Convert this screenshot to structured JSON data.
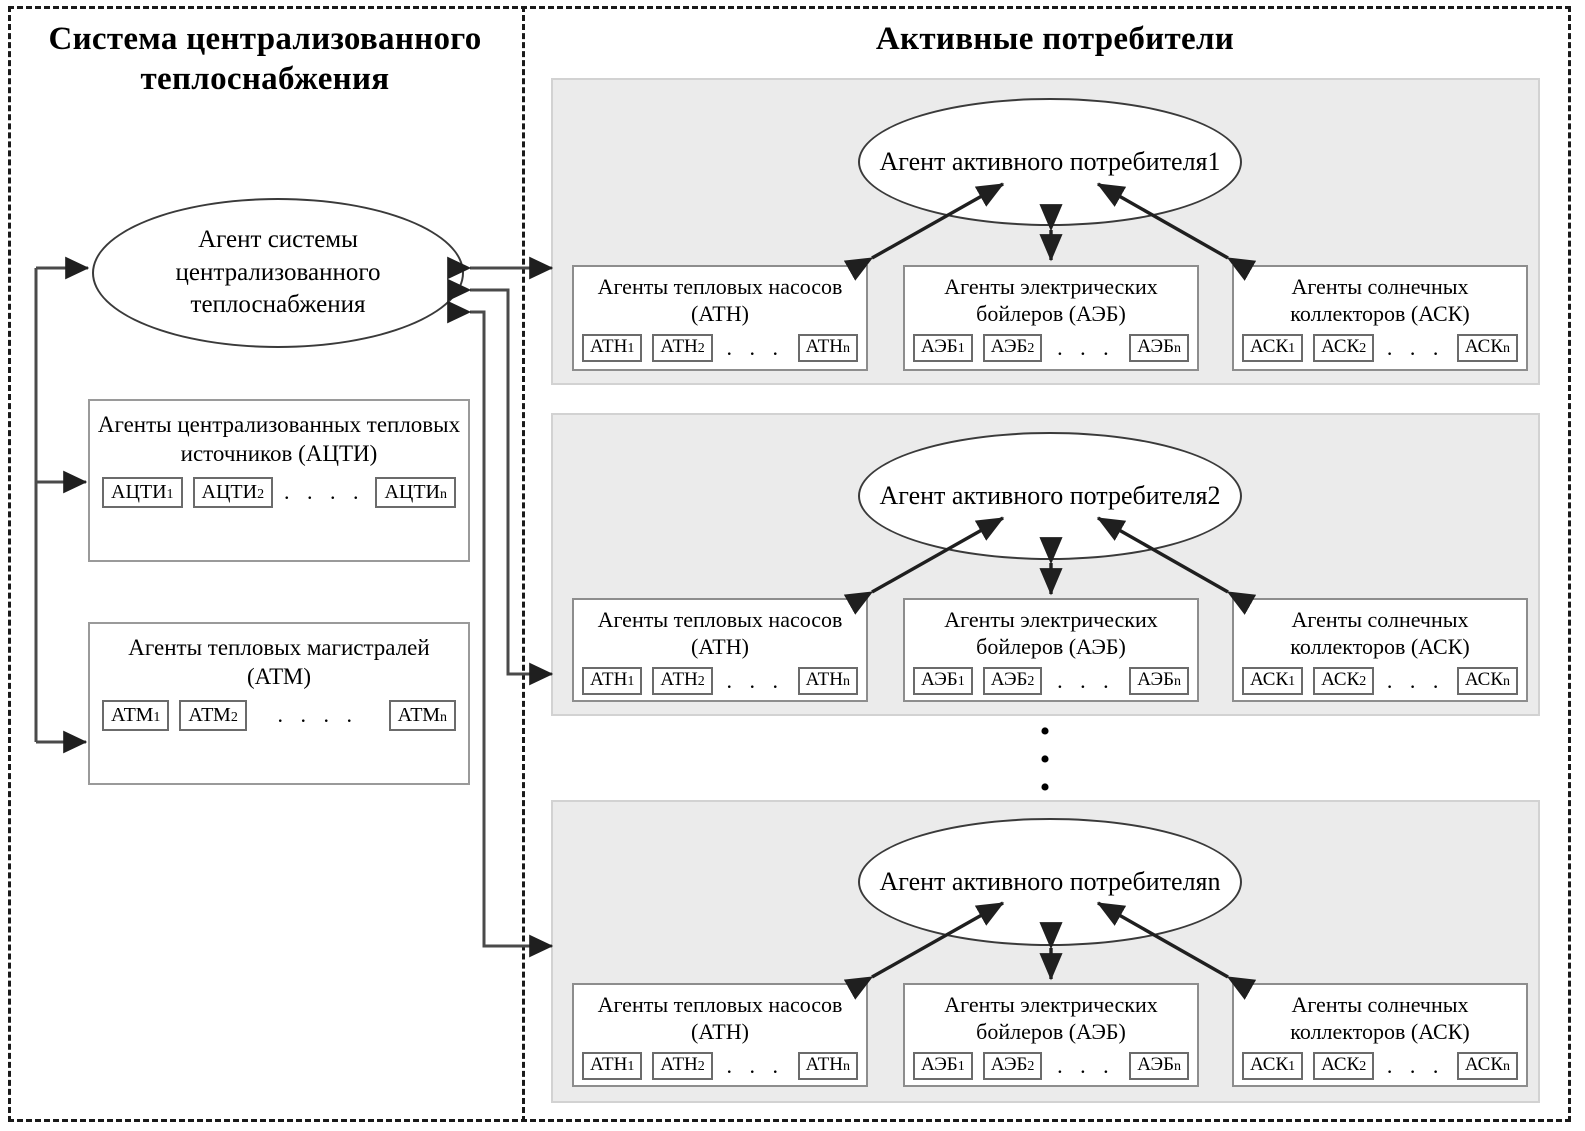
{
  "panels": {
    "left_title": "Система централизованного теплоснабжения",
    "right_title": "Активные потребители"
  },
  "left": {
    "system_agent": "Агент системы централизованного теплоснабжения",
    "boxes": [
      {
        "title": "Агенты централизованных тепловых источников (АЦТИ)",
        "chips": [
          "АЦТИ",
          "АЦТИ",
          "АЦТИ"
        ],
        "subs": [
          "1",
          "2",
          "n"
        ],
        "ellipsis": ". . . ."
      },
      {
        "title": "Агенты тепловых магистралей (АТМ)",
        "chips": [
          "АТМ",
          "АТМ",
          "АТМ"
        ],
        "subs": [
          "1",
          "2",
          "n"
        ],
        "ellipsis": ". . . ."
      }
    ]
  },
  "right": {
    "groups": [
      {
        "agent": "Агент активного потребителя1",
        "boxes": [
          {
            "title": "Агенты тепловых насосов (АТН)",
            "chips": [
              "АТН",
              "АТН",
              "АТН"
            ],
            "subs": [
              "1",
              "2",
              "n"
            ],
            "ellipsis": ". . ."
          },
          {
            "title": "Агенты электрических бойлеров (АЭБ)",
            "chips": [
              "АЭБ",
              "АЭБ",
              "АЭБ"
            ],
            "subs": [
              "1",
              "2",
              "n"
            ],
            "ellipsis": ". . ."
          },
          {
            "title": "Агенты солнечных коллекторов (АСК)",
            "chips": [
              "АСК",
              "АСК",
              "АСК"
            ],
            "subs": [
              "1",
              "2",
              "n"
            ],
            "ellipsis": ". . ."
          }
        ]
      },
      {
        "agent": "Агент активного потребителя2",
        "boxes": [
          {
            "title": "Агенты тепловых насосов (АТН)",
            "chips": [
              "АТН",
              "АТН",
              "АТН"
            ],
            "subs": [
              "1",
              "2",
              "n"
            ],
            "ellipsis": ". . ."
          },
          {
            "title": "Агенты электрических бойлеров (АЭБ)",
            "chips": [
              "АЭБ",
              "АЭБ",
              "АЭБ"
            ],
            "subs": [
              "1",
              "2",
              "n"
            ],
            "ellipsis": ". . ."
          },
          {
            "title": "Агенты солнечных коллекторов (АСК)",
            "chips": [
              "АСК",
              "АСК",
              "АСК"
            ],
            "subs": [
              "1",
              "2",
              "n"
            ],
            "ellipsis": ". . ."
          }
        ]
      },
      {
        "agent": "Агент активного потребителяn",
        "boxes": [
          {
            "title": "Агенты тепловых насосов (АТН)",
            "chips": [
              "АТН",
              "АТН",
              "АТН"
            ],
            "subs": [
              "1",
              "2",
              "n"
            ],
            "ellipsis": ". . ."
          },
          {
            "title": "Агенты электрических бойлеров (АЭБ)",
            "chips": [
              "АЭБ",
              "АЭБ",
              "АЭБ"
            ],
            "subs": [
              "1",
              "2",
              "n"
            ],
            "ellipsis": ". . ."
          },
          {
            "title": "Агенты солнечных коллекторов (АСК)",
            "chips": [
              "АСК",
              "АСК",
              "АСК"
            ],
            "subs": [
              "1",
              "2",
              "n"
            ],
            "ellipsis": ". . ."
          }
        ]
      }
    ],
    "vertical_ellipsis": "•"
  },
  "colors": {
    "frame": "#1a1a1a",
    "group_panel_bg": "#ebebeb",
    "box_border": "#8d8d8d",
    "wire": "#2b2b2b"
  }
}
